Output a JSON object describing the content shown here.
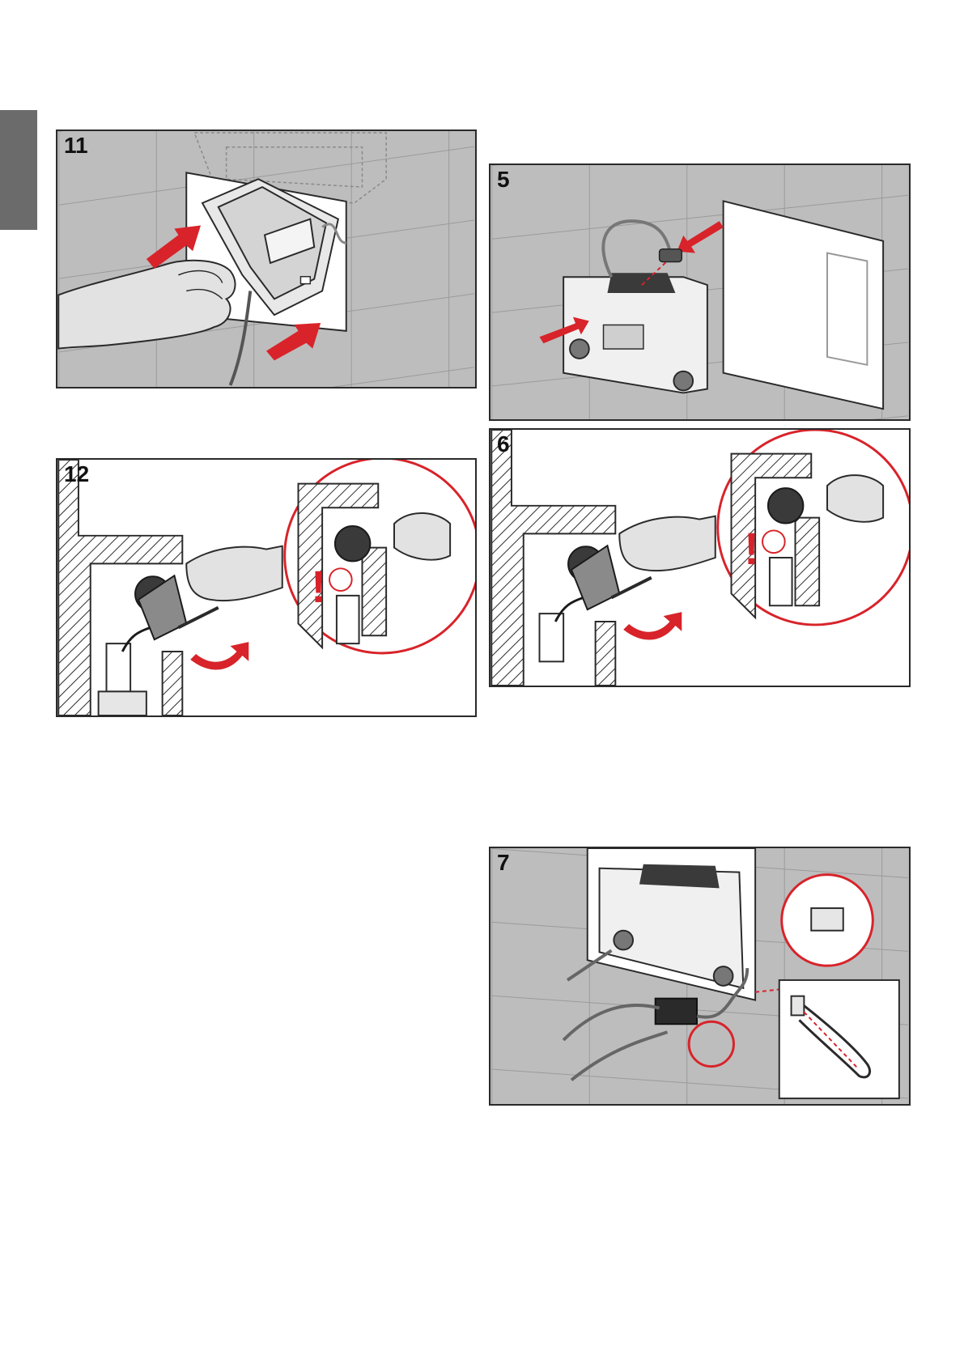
{
  "page": {
    "side_tab_color": "#6b6b6b"
  },
  "colors": {
    "accent": "#d8232a",
    "tile": "#bdbdbd",
    "grout": "#9a9a9a",
    "line": "#2a2a2a"
  },
  "figures": [
    {
      "id": "p11",
      "label": "11"
    },
    {
      "id": "p12",
      "label": "12"
    },
    {
      "id": "p5",
      "label": "5"
    },
    {
      "id": "p6",
      "label": "6"
    },
    {
      "id": "p7",
      "label": "7"
    }
  ],
  "warning_mark": "!"
}
